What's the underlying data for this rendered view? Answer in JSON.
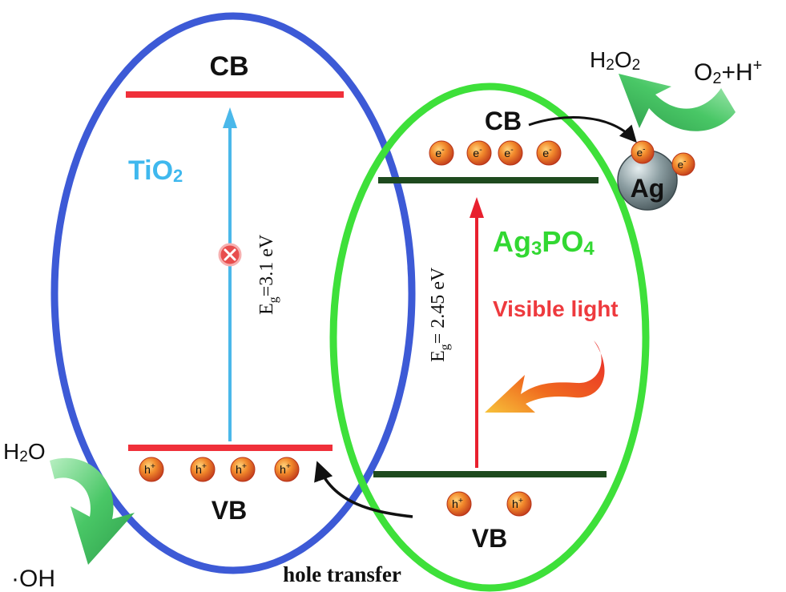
{
  "tio2": {
    "cb_label": "CB",
    "vb_label": "VB",
    "name_main": "TiO",
    "name_sub": "2",
    "eg_main": "E",
    "eg_sub": "g",
    "eg_value": "=3.1 eV",
    "hole_symbol": "h",
    "hole_charge": "+",
    "holes": [
      "h+",
      "h+",
      "h+",
      "h+"
    ],
    "colors": {
      "ellipse": "#3d5ad6",
      "band": "#f0303a",
      "arrow": "#4ab8ea",
      "name": "#3fb8ee"
    }
  },
  "ag3po4": {
    "cb_label": "CB",
    "vb_label": "VB",
    "name_a": "Ag",
    "name_sub1": "3",
    "name_b": "PO",
    "name_sub2": "4",
    "eg_main": "E",
    "eg_sub": "g",
    "eg_value": "= 2.45 eV",
    "visible_light": "Visible light",
    "electron_symbol": "e",
    "electron_charge": "-",
    "electrons": [
      "e-",
      "e-",
      "e-",
      "e-"
    ],
    "holes": [
      "h+",
      "h+"
    ],
    "colors": {
      "ellipse": "#3ee03a",
      "band": "#1e4a1e",
      "arrow": "#e8202e",
      "name": "#32d832",
      "visible_light": "#ee3a3e"
    }
  },
  "ag_particle": {
    "label": "Ag",
    "electrons": [
      "e-",
      "e-"
    ],
    "color": "#7f8f94"
  },
  "reactions": {
    "h2o2_main": "H",
    "h2o2_sub": "2",
    "h2o2_tail": "O",
    "h2o2_sub2": "2",
    "o2_main": "O",
    "o2_sub": "2",
    "o2_tail": "+H",
    "o2_charge": "+",
    "h2o_main": "H",
    "h2o_sub": "2",
    "h2o_tail": "O",
    "oh_radical": "·OH",
    "arrow_color": "#3dbb5a"
  },
  "hole_transfer": "hole transfer"
}
